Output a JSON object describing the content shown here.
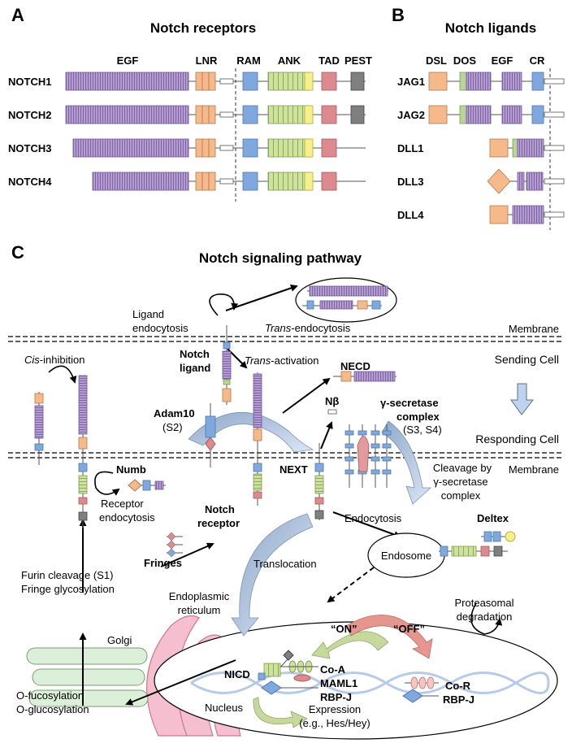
{
  "panels": {
    "a": {
      "letter": "A",
      "title": "Notch receptors",
      "domains": [
        "EGF",
        "LNR",
        "RAM",
        "ANK",
        "TAD",
        "PEST"
      ],
      "receptors": [
        "NOTCH1",
        "NOTCH2",
        "NOTCH3",
        "NOTCH4"
      ]
    },
    "b": {
      "letter": "B",
      "title": "Notch ligands",
      "domains": [
        "DSL",
        "DOS",
        "EGF",
        "CR"
      ],
      "ligands": [
        "JAG1",
        "JAG2",
        "DLL1",
        "DLL3",
        "DLL4"
      ]
    },
    "c": {
      "letter": "C",
      "title": "Notch signaling pathway",
      "membrane": "Membrane",
      "sending_cell": "Sending Cell",
      "responding_cell": "Responding Cell",
      "ligand_endocytosis": [
        "Ligand",
        "endocytosis"
      ],
      "trans_endocytosis_italic": "Trans",
      "trans_endocytosis_rest": "-endocytosis",
      "cis_italic": "Cis",
      "cis_rest": "-inhibition",
      "notch_ligand": [
        "Notch",
        "ligand"
      ],
      "trans_activation_italic": "Trans",
      "trans_activation_rest": "-activation",
      "necd": "NECD",
      "nbeta": "Nβ",
      "gamma_secretase": [
        "γ-secretase",
        "complex"
      ],
      "s3s4": "(S3, S4)",
      "adam10": "Adam10",
      "s2": "(S2)",
      "numb": "Numb",
      "receptor_endocytosis": [
        "Receptor",
        "endocytosis"
      ],
      "notch_receptor": [
        "Notch",
        "receptor"
      ],
      "next": "NEXT",
      "cleavage": [
        "Cleavage by",
        "γ-secretase",
        "complex"
      ],
      "endocytosis": "Endocytosis",
      "deltex": "Deltex",
      "endosome": "Endosome",
      "proteasomal": [
        "Proteasomal",
        "degradation"
      ],
      "fringes": "Fringes",
      "furin": [
        "Furin cleavage (S1)",
        "Fringe glycosylation"
      ],
      "translocation": "Translocation",
      "er": [
        "Endoplasmic",
        "reticulum"
      ],
      "golgi": "Golgi",
      "on": "“ON”",
      "off": "“OFF”",
      "nicd": "NICD",
      "coa": "Co-A",
      "maml1": "MAML1",
      "rbpj1": "RBP-J",
      "cor": "Co-R",
      "rbpj2": "RBP-J",
      "nucleus": "Nucleus",
      "expression": [
        "Expression",
        "(e.g., Hes/Hey)"
      ],
      "fucosylation": [
        "O-fucosylation",
        "O-glucosylation"
      ]
    }
  },
  "colors": {
    "egf": "#b49bd0",
    "lnr": "#f6b98a",
    "ram": "#7fa9de",
    "ank": "#cde39b",
    "tad": "#dd8a8f",
    "pest": "#7f7f7f",
    "dos": "#b9d49a",
    "ank_end": "#f5f08a",
    "er": "#f5bfd0",
    "golgi": "#dcefd9",
    "dna": "#b8cbe6",
    "arrow_blue": "#b4c8e6",
    "arrow_green": "#b6cc86",
    "arrow_red": "#e7968f"
  }
}
